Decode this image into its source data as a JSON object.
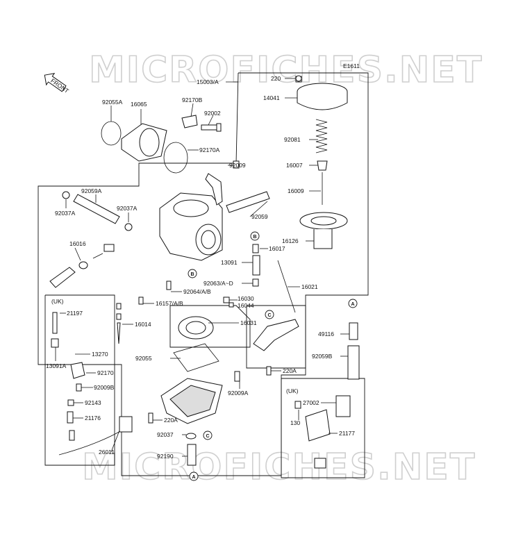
{
  "watermark": "MICROFICHES.NET",
  "diagram_code": "E1611",
  "front_label": "FRONT",
  "labels": {
    "l220_top": "220",
    "l15003": "15003/A",
    "l14041": "14041",
    "l92055A": "92055A",
    "l16065": "16065",
    "l92170B": "92170B",
    "l92002": "92002",
    "l92170A": "92170A",
    "l92081": "92081",
    "l92009": "92009",
    "l16007": "16007",
    "l92059A": "92059A",
    "l16009": "16009",
    "l92037A_left": "92037A",
    "l92037A_mid": "92037A",
    "l92059": "92059",
    "l16016": "16016",
    "l16017": "16017",
    "l16126": "16126",
    "l13091": "13091",
    "l92063": "92063/A~D",
    "l16021": "16021",
    "l92064": "92064/A/B",
    "l16157": "16157/A/B",
    "l16030": "16030",
    "l16044": "16044",
    "l21197": "21197",
    "l16014": "16014",
    "l16031": "16031",
    "l49116": "49116",
    "l13270": "13270",
    "l13091A": "13091A",
    "l92055": "92055",
    "l92059B": "92059B",
    "l92170": "92170",
    "l220A_right": "220A",
    "l92009B": "92009B",
    "l92009A": "92009A",
    "l27002": "27002",
    "l92143": "92143",
    "l21176": "21176",
    "l220A_bottom": "220A",
    "l130": "130",
    "l21177": "21177",
    "l92037": "92037",
    "l26011": "26011",
    "l92190": "92190",
    "uk_left": "(UK)",
    "uk_right": "(UK)"
  },
  "refs": {
    "a_right": "A",
    "a_bottom": "A",
    "b_top": "B",
    "b_mid": "B",
    "c_right": "C",
    "c_bottom": "C"
  }
}
